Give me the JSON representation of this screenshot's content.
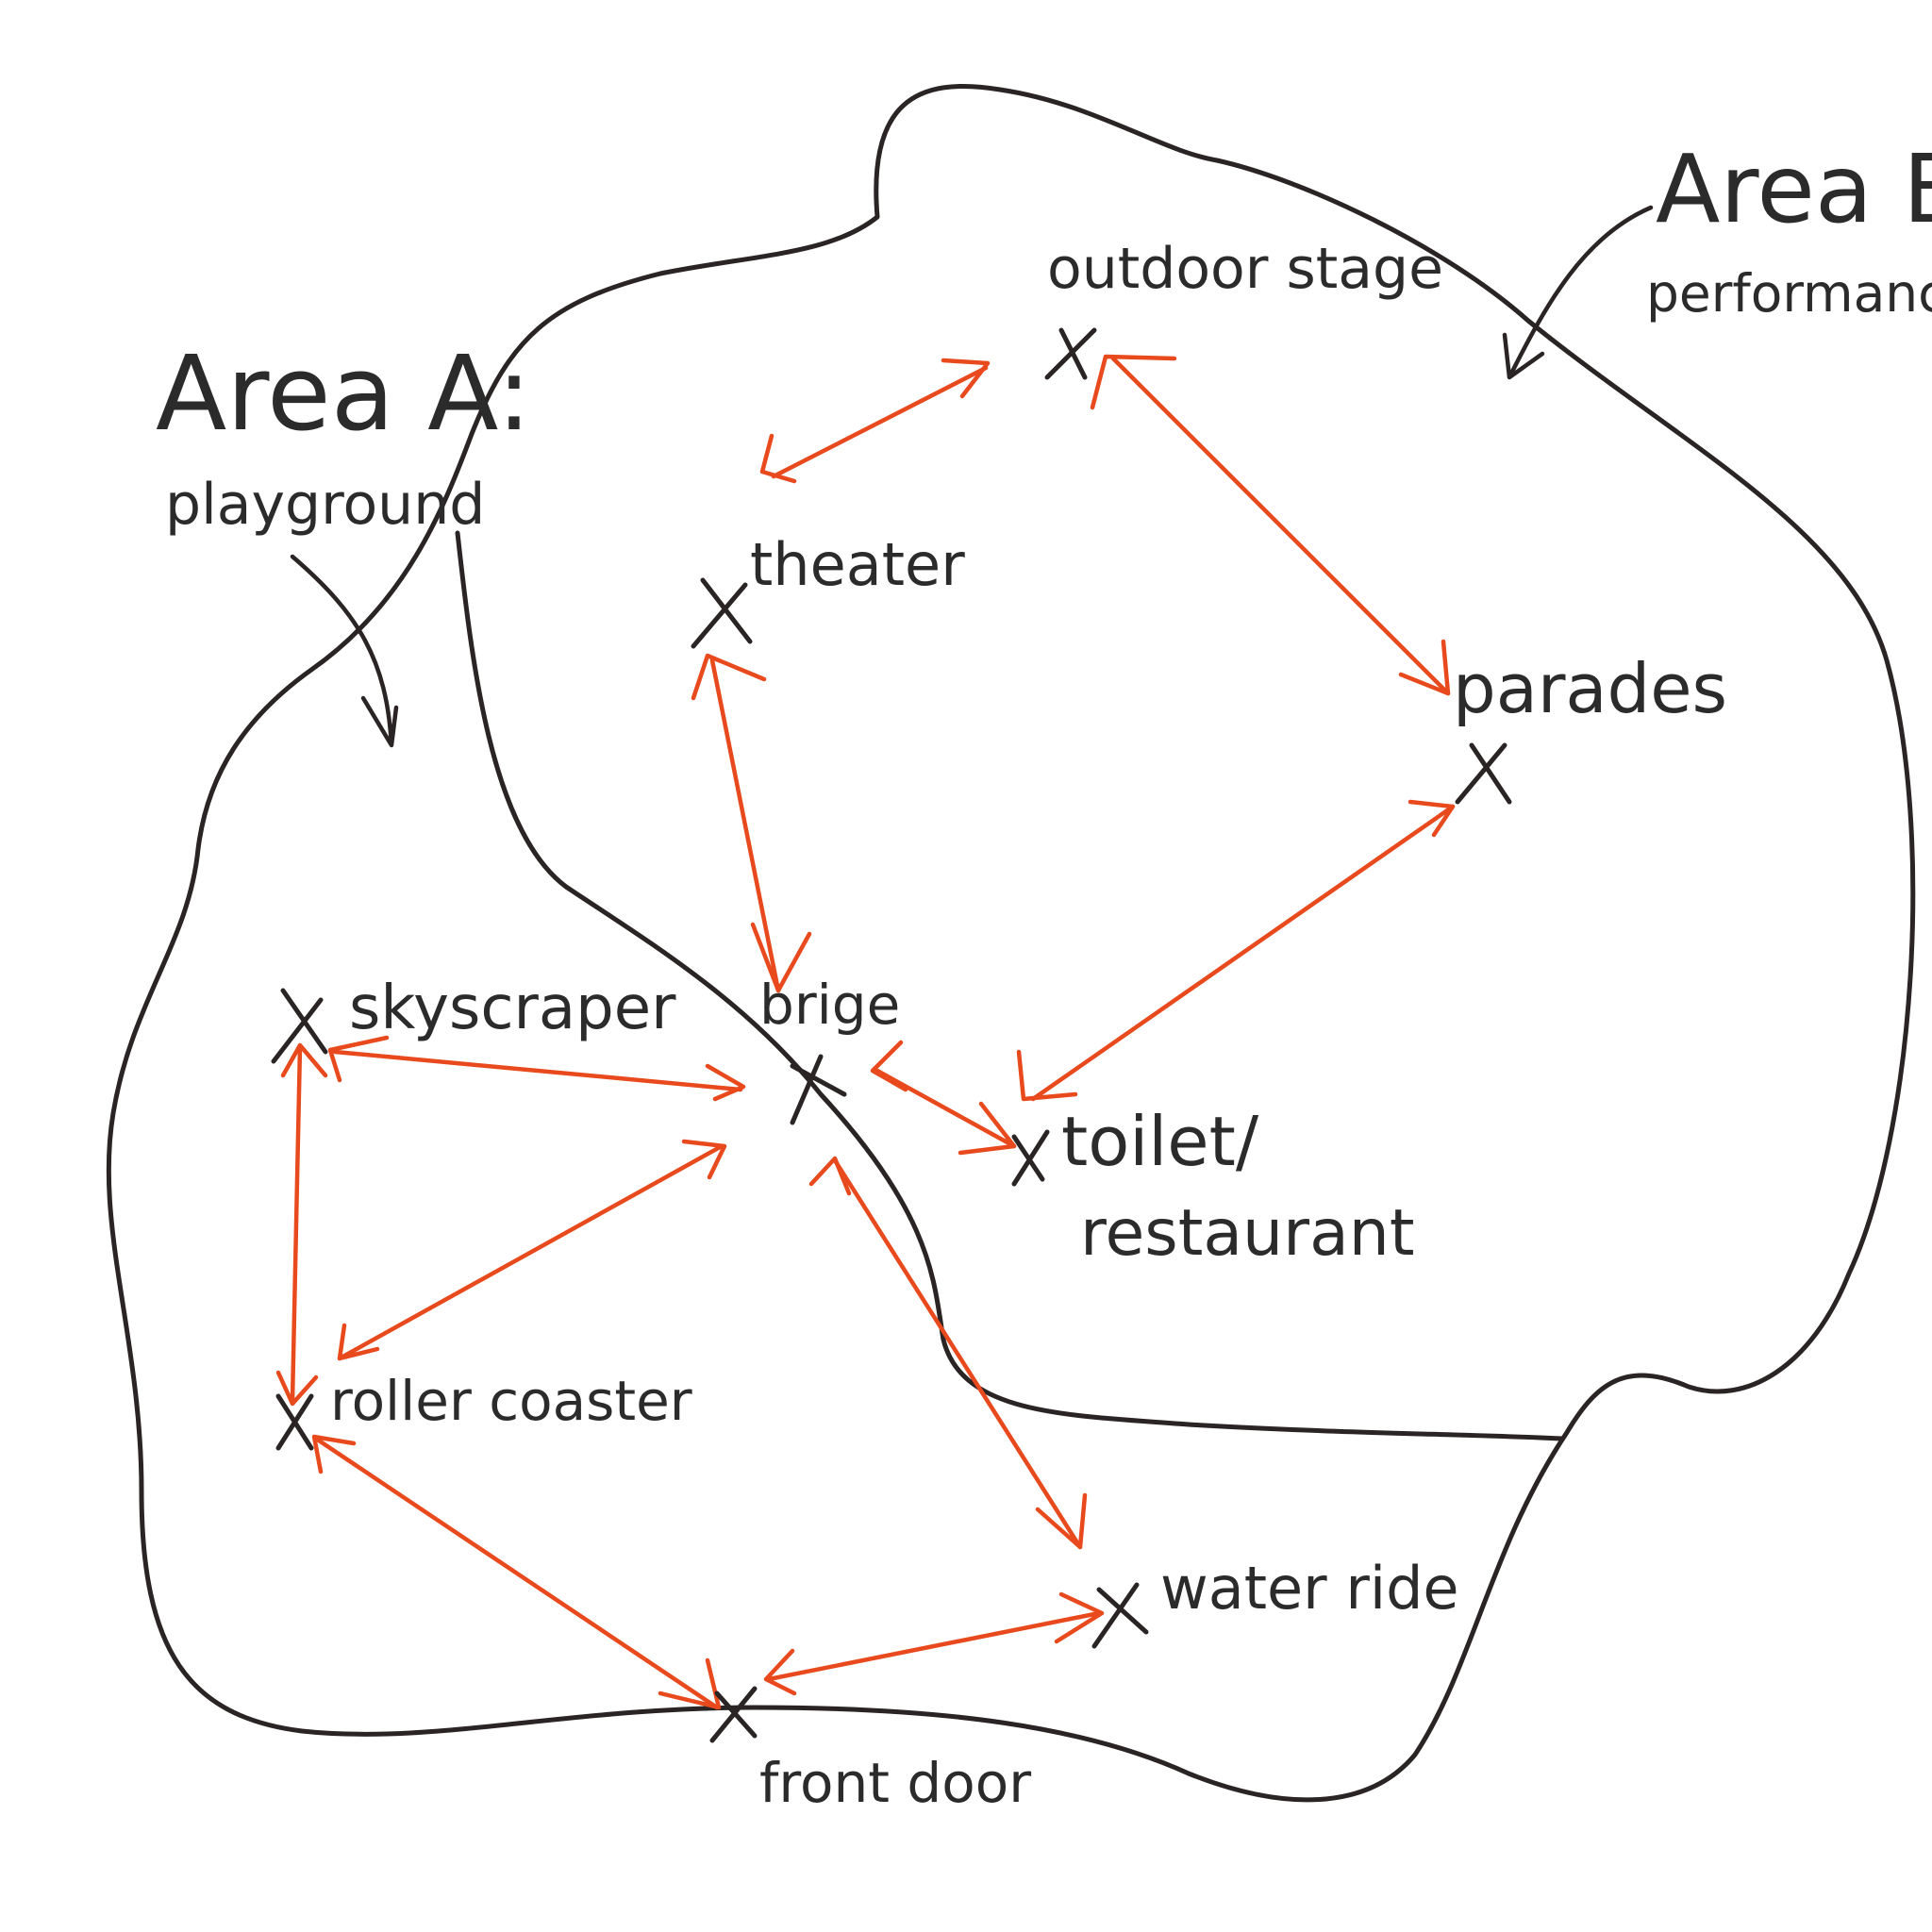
{
  "areas": [
    {
      "id": "a",
      "title": "Area A:",
      "subtitle": "playground"
    },
    {
      "id": "b",
      "title": "Area B:",
      "subtitle": "performance"
    }
  ],
  "places": [
    {
      "id": "outdoor_stage",
      "label": "outdoor stage"
    },
    {
      "id": "theater",
      "label": "theater"
    },
    {
      "id": "parades",
      "label": "parades"
    },
    {
      "id": "brige",
      "label": "brige"
    },
    {
      "id": "skyscraper",
      "label": "skyscraper"
    },
    {
      "id": "toilet",
      "label": "toilet/",
      "label2": "restaurant"
    },
    {
      "id": "roller_coaster",
      "label": "roller coaster"
    },
    {
      "id": "water_ride",
      "label": "water ride"
    },
    {
      "id": "front_door",
      "label": "front door"
    }
  ],
  "connections": [
    {
      "from": "theater",
      "to": "outdoor_stage"
    },
    {
      "from": "outdoor_stage",
      "to": "parades"
    },
    {
      "from": "parades",
      "to": "toilet"
    },
    {
      "from": "theater",
      "to": "brige"
    },
    {
      "from": "skyscraper",
      "to": "brige"
    },
    {
      "from": "brige",
      "to": "toilet"
    },
    {
      "from": "roller_coaster",
      "to": "brige"
    },
    {
      "from": "skyscraper",
      "to": "roller_coaster"
    },
    {
      "from": "brige",
      "to": "water_ride"
    },
    {
      "from": "roller_coaster",
      "to": "front_door"
    },
    {
      "from": "front_door",
      "to": "water_ride"
    }
  ],
  "colors": {
    "outline": "#2a2424",
    "route": "#e8491d",
    "text": "#2b2b2b",
    "background": "#ffffff"
  }
}
